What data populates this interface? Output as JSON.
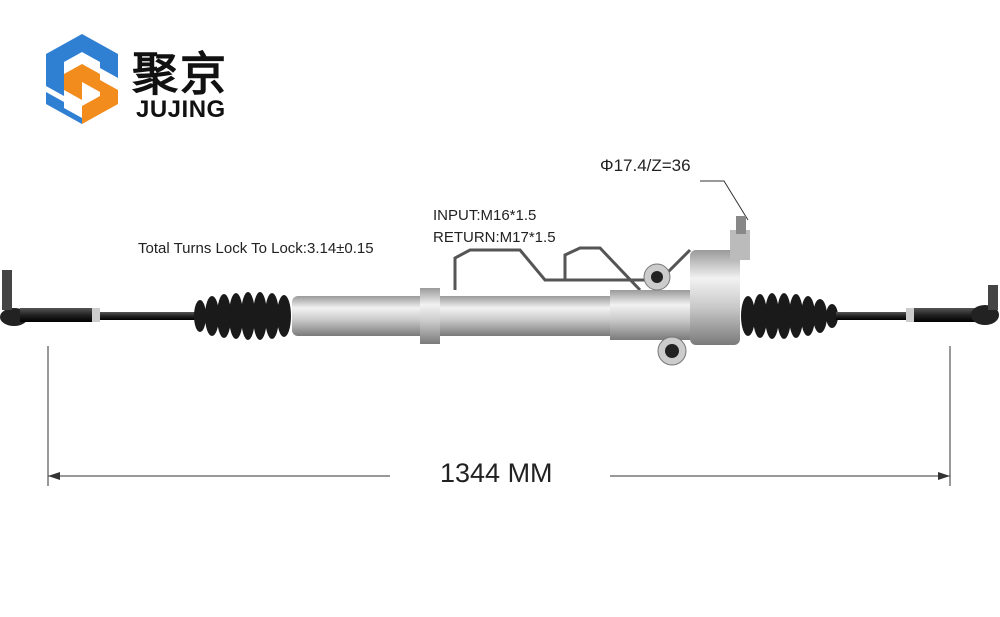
{
  "brand": {
    "name_cn": "聚京",
    "name_en": "JUJING",
    "colors": {
      "blue": "#2f7fd3",
      "orange": "#f28c1c"
    }
  },
  "product": {
    "total_turns": "Total Turns Lock To Lock:3.14±0.15",
    "input": "INPUT:M16*1.5",
    "return": "RETURN:M17*1.5",
    "pinion": "Φ17.4/Z=36",
    "length": "1344 MM"
  }
}
